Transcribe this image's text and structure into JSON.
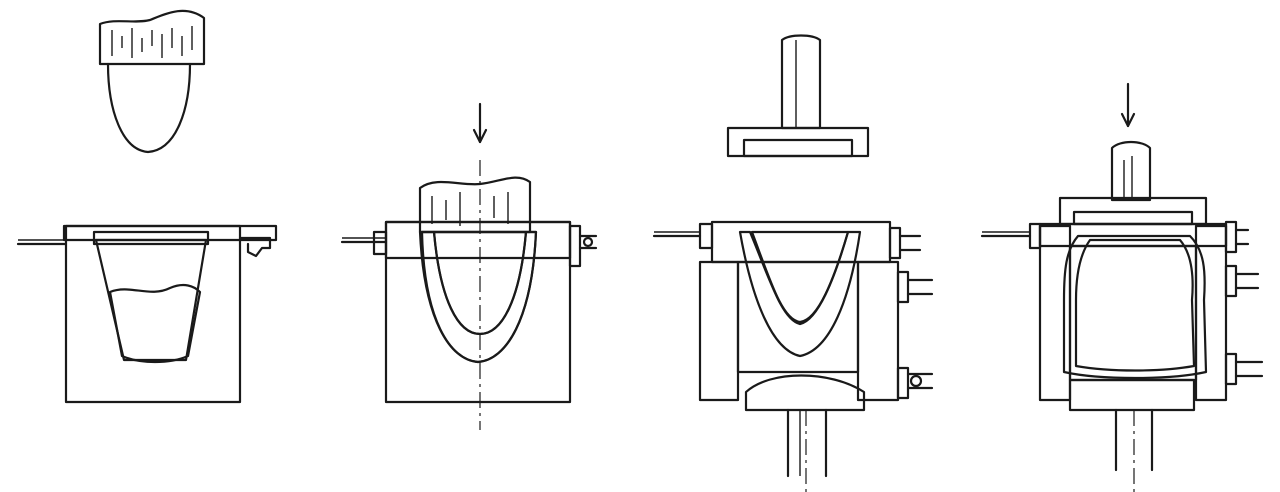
{
  "figure": {
    "colors": {
      "background": "#ffffff",
      "line": "#1a1a1a",
      "material": "#3b4fd0",
      "material_dark": "#27339a"
    },
    "stages": [
      {
        "id": "stage-1",
        "arrow": false
      },
      {
        "id": "stage-2",
        "arrow": true
      },
      {
        "id": "stage-3",
        "arrow": false
      },
      {
        "id": "stage-4",
        "arrow": true
      }
    ]
  }
}
